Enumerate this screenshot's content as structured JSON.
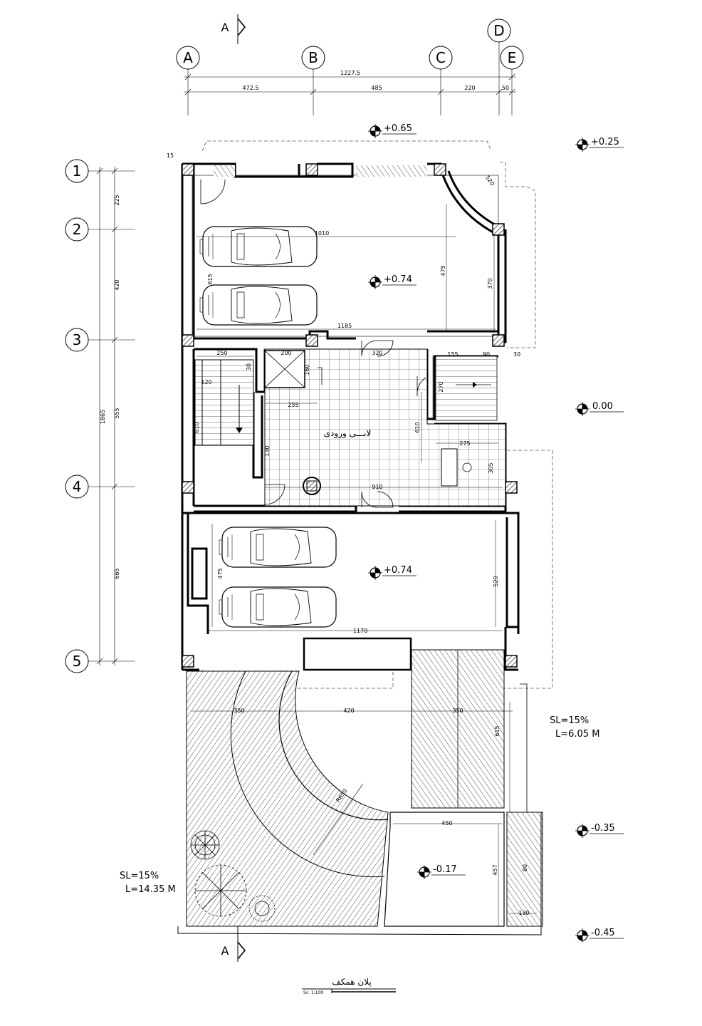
{
  "sheet": {
    "title": "پلان همکف",
    "scale": "Sc. 1:100",
    "section_marker": "A"
  },
  "grid": {
    "columns": [
      "A",
      "B",
      "C",
      "D",
      "E"
    ],
    "rows": [
      "1",
      "2",
      "3",
      "4",
      "5"
    ]
  },
  "dimensions": {
    "horizontal_total": "1227.5",
    "horizontal_segments": [
      "472.5",
      "485",
      "220",
      "50"
    ],
    "vertical_total": "1865",
    "vertical_segments": [
      "225",
      "420",
      "555",
      "665"
    ],
    "interior": [
      "1010",
      "1185",
      "475",
      "370",
      "615",
      "250",
      "200",
      "320",
      "155",
      "90",
      "30",
      "120",
      "30",
      "160",
      "270",
      "255",
      "610",
      "610",
      "275",
      "305",
      "130",
      "910",
      "475",
      "520",
      "1170",
      "350",
      "420",
      "350",
      "615",
      "450",
      "457",
      "R650",
      "80",
      "130",
      "15",
      "520"
    ]
  },
  "levels": [
    "+0.65",
    "+0.25",
    "+0.74",
    "0.00",
    "+0.74",
    "-0.35",
    "-0.17",
    "-0.45"
  ],
  "rooms": {
    "lobby": "لابـــی ورودی"
  },
  "ramps": [
    {
      "slope": "SL=15%",
      "length": "L=6.05 M"
    },
    {
      "slope": "SL=15%",
      "length": "L=14.35 M"
    }
  ],
  "colors": {
    "ink": "#000000",
    "paper": "#ffffff"
  }
}
